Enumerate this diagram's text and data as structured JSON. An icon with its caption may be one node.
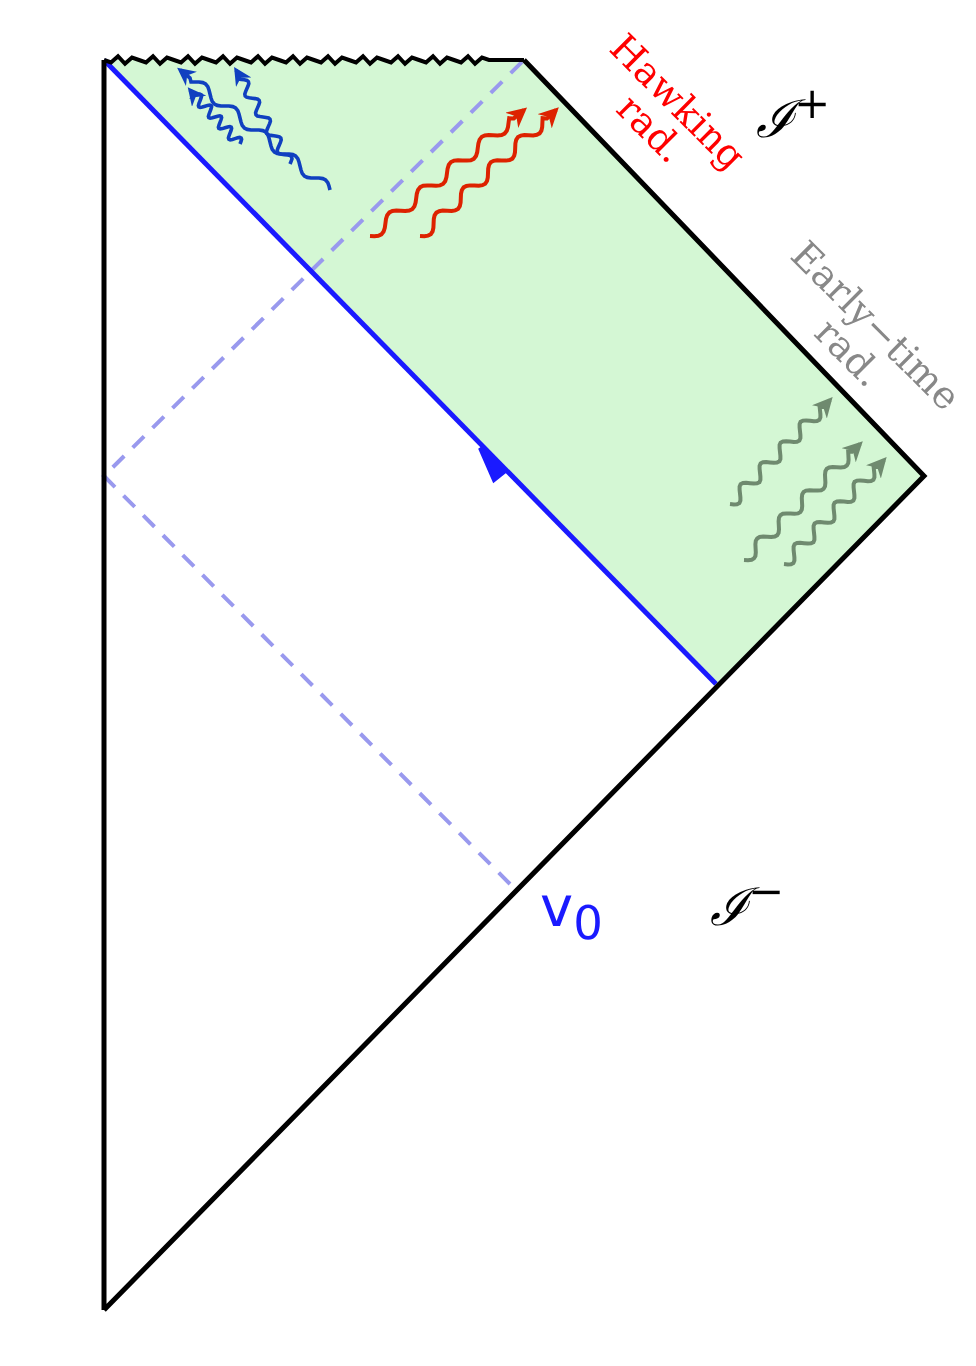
{
  "diagram": {
    "labels": [
      "Hawking rad.",
      "ℐ$^{+}$",
      "Early−time rad.",
      "v$_{0}$",
      "ℐ$^{−}$"
    ]
  }
}
